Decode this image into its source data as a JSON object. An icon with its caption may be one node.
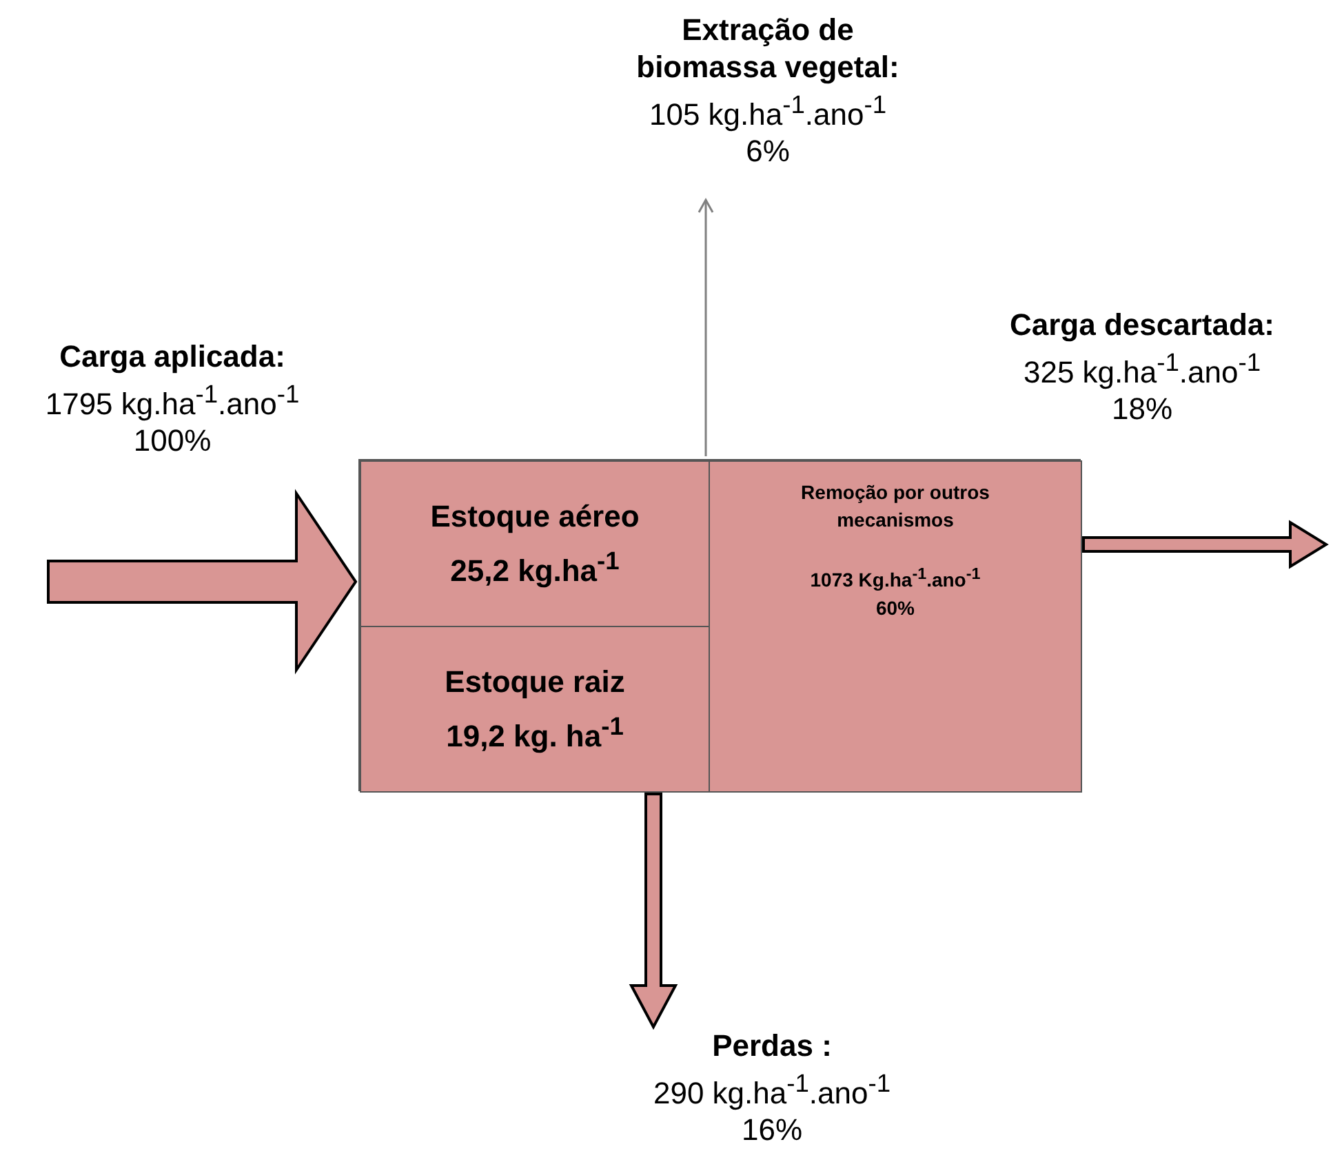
{
  "diagram": {
    "nodes": [
      {
        "text": [
          "Carga aplicada:",
          "1795 kg.ha$^{-1}$.ano$^{-1}$",
          "100%"
        ]
      },
      {
        "text": [
          "Extração de biomassa vegetal:",
          "105 kg.ha$^{-1}$.ano$^{-1}$",
          "6%"
        ]
      },
      {
        "text": [
          "Carga descartada:",
          "325 kg.ha$^{-1}$.ano$^{-1}$",
          "18%"
        ]
      },
      {
        "text": [],
        "shape": "box"
      },
      {
        "text": [
          "Estoque aéreo",
          "25,2 kg.ha$^{-1}$"
        ],
        "in": 3
      },
      {
        "text": [
          "Estoque raiz",
          "19,2 kg. ha$^{-1}$"
        ],
        "in": 3
      },
      {
        "text": [
          "Remoção por outros mecanismos",
          "1073 Kg.ha$^{-1}$.ano$^{-1}$",
          "60%"
        ],
        "in": 3
      },
      {
        "text": [
          "Perdas :",
          "290 kg.ha$^{-1}$.ano$^{-1}$",
          "16%"
        ]
      }
    ],
    "edges": [
      {
        "from": 0,
        "to": 3,
        "arrow": "to",
        "style": "thick"
      },
      {
        "from": 3,
        "to": 1,
        "arrow": "to",
        "color": "#808080"
      },
      {
        "from": 3,
        "to": 2,
        "arrow": "to",
        "style": "thick"
      },
      {
        "from": 3,
        "to": 7,
        "arrow": "to",
        "style": "thick"
      }
    ]
  }
}
